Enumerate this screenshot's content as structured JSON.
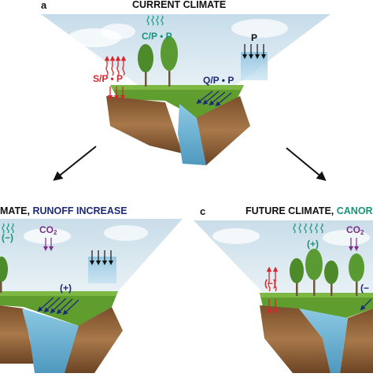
{
  "panels": {
    "a": {
      "letter": "a",
      "title": "CURRENT CLIMATE",
      "labels": {
        "canopy": "C/P • P",
        "soil": "S/P • P",
        "runoff": "Q/P • P",
        "precip": "P"
      }
    },
    "b": {
      "title_part1": "MATE, ",
      "title_part2": "RUNOFF INCREASE",
      "labels": {
        "canopy_change": "(−)",
        "co2": "CO",
        "co2_sub": "2",
        "runoff_change": "(+)"
      }
    },
    "c": {
      "letter": "c",
      "title_part1": "FUTURE CLIMATE, ",
      "title_part2": "CANOR",
      "labels": {
        "canopy_change": "(+)",
        "co2": "CO",
        "co2_sub": "2",
        "soil_change": "(−)",
        "runoff_change": "(−"
      }
    }
  },
  "colors": {
    "sky": "#cfe3ee",
    "grass": "#5f9e2e",
    "soil": "#9a6a3a",
    "water": "#6fb7d8",
    "green_label": "#16957a",
    "red_label": "#d9262b",
    "navy_label": "#1d2a7a",
    "purple_label": "#7b2f86"
  }
}
